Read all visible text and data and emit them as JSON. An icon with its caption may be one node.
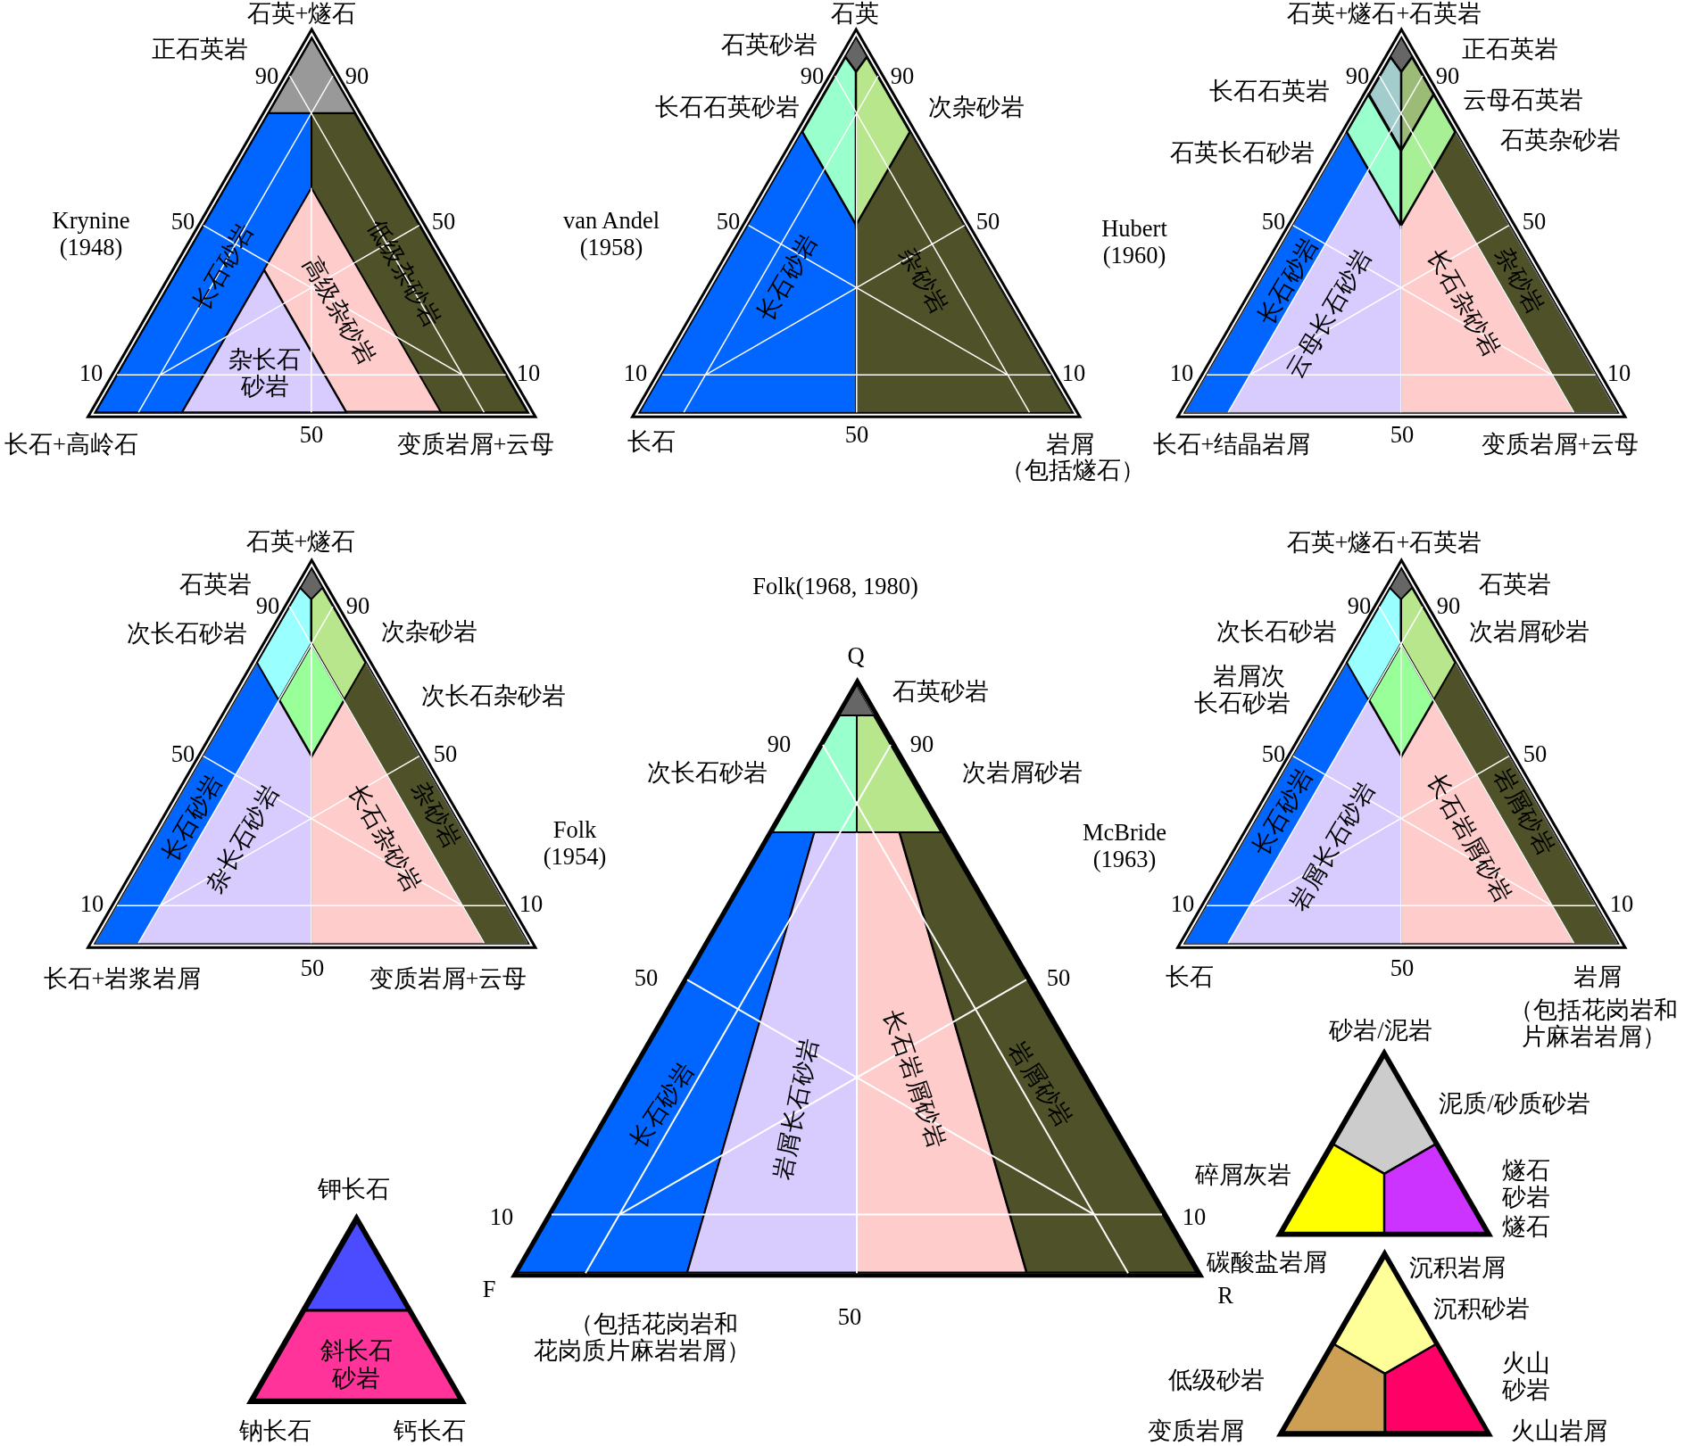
{
  "diagram": {
    "nodes": [
      {
        "text": [],
        "shape": "triangle",
        "beside": [
          "石英+燧石",
          "Krynine (1948)",
          "长石+高岭石",
          "变质岩屑+云母"
        ]
      },
      {
        "text": [],
        "shape": "triangle",
        "in": 0
      },
      {
        "text": [
          "长石砂岩"
        ],
        "in": 0
      },
      {
        "text": [
          "杂长石砂岩"
        ],
        "in": 0
      },
      {
        "text": [
          "高级杂砂岩"
        ],
        "in": 0
      },
      {
        "text": [
          "低级杂砂岩"
        ],
        "in": 0
      },
      {
        "text": [],
        "shape": "triangle",
        "beside": [
          "石英",
          "van Andel (1958)",
          "长石",
          "岩屑",
          "（包括燧石）"
        ]
      },
      {
        "text": [],
        "shape": "diamond",
        "in": 6
      },
      {
        "text": [],
        "shape": "polygon",
        "in": 6
      },
      {
        "text": [],
        "shape": "polygon",
        "in": 6
      },
      {
        "text": [
          "长石砂岩"
        ],
        "in": 6
      },
      {
        "text": [
          "杂砂岩"
        ],
        "in": 6
      },
      {
        "text": [],
        "shape": "triangle",
        "beside": [
          "石英+燧石+石英岩",
          "Hubert (1960)",
          "长石+结晶岩屑",
          "变质岩屑+云母"
        ]
      },
      {
        "text": [],
        "shape": "diamond",
        "in": 12
      },
      {
        "text": [],
        "shape": "polygon",
        "in": 12
      },
      {
        "text": [],
        "shape": "polygon",
        "in": 12
      },
      {
        "text": [],
        "shape": "polygon",
        "in": 12
      },
      {
        "text": [],
        "shape": "polygon",
        "in": 12
      },
      {
        "text": [
          "长石砂岩"
        ],
        "in": 12
      },
      {
        "text": [
          "云母长石砂岩"
        ],
        "in": 12
      },
      {
        "text": [
          "长石杂砂岩"
        ],
        "in": 12
      },
      {
        "text": [
          "杂砂岩"
        ],
        "in": 12
      },
      {
        "text": [],
        "shape": "triangle",
        "beside": [
          "石英+燧石",
          "Folk (1954)",
          "长石+岩浆岩屑"
        ]
      },
      {
        "text": [],
        "shape": "diamond",
        "in": 22
      },
      {
        "text": [],
        "shape": "polygon",
        "in": 22
      },
      {
        "text": [],
        "shape": "polygon",
        "in": 22
      },
      {
        "text": [],
        "shape": "diamond",
        "in": 22
      },
      {
        "text": [
          "长石砂岩"
        ],
        "in": 22
      },
      {
        "text": [
          "杂长石砂岩"
        ],
        "in": 22
      },
      {
        "text": [
          "长石杂砂岩"
        ],
        "in": 22
      },
      {
        "text": [
          "杂砂岩"
        ],
        "in": 22
      },
      {
        "text": [],
        "shape": "triangle",
        "beside": [
          "Folk(1968, 1980)",
          "Q",
          "F",
          "（包括花岗岩和花岗质片麻岩岩屑）",
          "R"
        ]
      },
      {
        "text": [],
        "shape": "triangle",
        "in": 31
      },
      {
        "text": [],
        "shape": "polygon",
        "in": 31
      },
      {
        "text": [],
        "shape": "polygon",
        "in": 31
      },
      {
        "text": [
          "长石砂岩"
        ],
        "in": 31
      },
      {
        "text": [
          "岩屑长石砂岩"
        ],
        "in": 31
      },
      {
        "text": [
          "长石岩屑砂岩"
        ],
        "in": 31
      },
      {
        "text": [
          "岩屑砂岩"
        ],
        "in": 31
      },
      {
        "text": [],
        "shape": "triangle",
        "beside": [
          "石英+燧石+石英岩",
          "McBride (1963)",
          "岩屑",
          "（包括花岗岩和片麻岩岩屑）"
        ]
      },
      {
        "text": [],
        "shape": "diamond",
        "in": 39
      },
      {
        "text": [],
        "shape": "polygon",
        "in": 39
      },
      {
        "text": [],
        "shape": "polygon",
        "in": 39
      },
      {
        "text": [],
        "shape": "diamond",
        "in": 39
      },
      {
        "text": [
          "长石砂岩"
        ],
        "in": 39
      },
      {
        "text": [
          "岩屑长石砂岩"
        ],
        "in": 39
      },
      {
        "text": [
          "长石岩屑砂岩"
        ],
        "in": 39
      },
      {
        "text": [
          "岩屑砂岩"
        ],
        "in": 39
      },
      {
        "text": [],
        "shape": "triangle",
        "beside": [
          "砂岩/泥岩",
          "碳酸盐岩屑",
          "燧石"
        ]
      },
      {
        "text": [],
        "shape": "polygon",
        "in": 48
      },
      {
        "text": [],
        "shape": "polygon",
        "in": 48
      },
      {
        "text": [],
        "shape": "polygon",
        "in": 48
      },
      {
        "text": [],
        "shape": "triangle",
        "beside": [
          "钾长石",
          "钠长石",
          "钙长石"
        ]
      },
      {
        "text": [],
        "shape": "triangle",
        "in": 52
      },
      {
        "text": [
          "斜长石砂岩"
        ],
        "in": 52
      },
      {
        "text": [],
        "shape": "triangle",
        "beside": [
          "沉积岩屑",
          "变质岩屑",
          "火山岩屑"
        ]
      },
      {
        "text": [],
        "shape": "polygon",
        "in": 55
      },
      {
        "text": [],
        "shape": "polygon",
        "in": 55
      },
      {
        "text": [],
        "shape": "polygon",
        "in": 55
      }
    ],
    "labels": [
      "正石英岩",
      "90",
      "90",
      "50",
      "50",
      "10",
      "10",
      "50",
      "石英砂岩",
      "长石石英砂岩",
      "次杂砂岩",
      "90",
      "90",
      "50",
      "50",
      "10",
      "10",
      "50",
      "正石英岩",
      "长石石英岩",
      "云母石英岩",
      "石英长石砂岩",
      "石英杂砂岩",
      "90",
      "90",
      "50",
      "50",
      "10",
      "10",
      "50",
      "石英岩",
      "次长石砂岩",
      "次杂砂岩",
      "次长石杂砂岩",
      "90",
      "90",
      "50",
      "50",
      "10",
      "10",
      "50",
      "变质岩屑+云母",
      "石英砂岩",
      "次长石砂岩",
      "次岩屑砂岩",
      "90",
      "90",
      "50",
      "50",
      "10",
      "10",
      "50",
      "石英岩",
      "次长石砂岩",
      "次岩屑砂岩",
      "岩屑次长石砂岩",
      "90",
      "90",
      "50",
      "50",
      "10",
      "10",
      "50",
      "长石",
      "泥质/砂质砂岩",
      "碎屑灰岩",
      "燧石砂岩",
      "沉积砂岩",
      "低级砂岩",
      "火山砂岩"
    ]
  }
}
